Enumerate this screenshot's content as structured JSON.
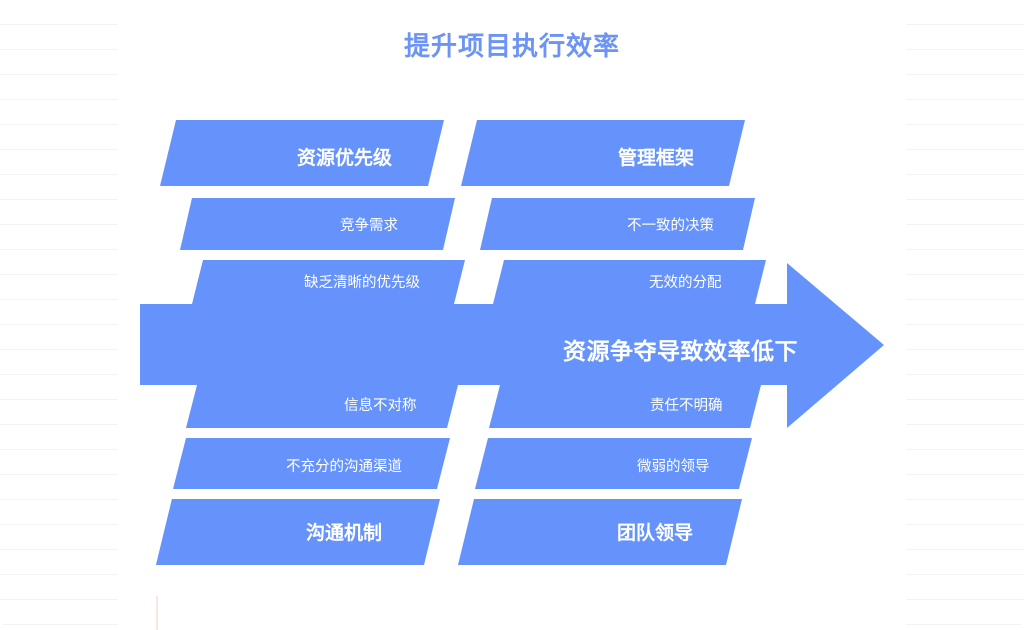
{
  "meta": {
    "diagram_type": "fishbone",
    "accent_color": "#6693fb",
    "title_color": "#6c93f6",
    "text_color": "#ffffff",
    "page_background": "#ffffff",
    "rule_line_color": "#f2f3f5",
    "margin_rule_color": "#fbe3e6"
  },
  "title": "提升项目执行效率",
  "effect": {
    "label": "资源争夺导致效率低下"
  },
  "branches": {
    "top_left": {
      "category": "资源优先级",
      "causes": [
        "竞争需求",
        "缺乏清晰的优先级"
      ]
    },
    "top_right": {
      "category": "管理框架",
      "causes": [
        "不一致的决策",
        "无效的分配"
      ]
    },
    "bottom_left": {
      "category": "沟通机制",
      "causes": [
        "信息不对称",
        "不充分的沟通渠道"
      ]
    },
    "bottom_right": {
      "category": "团队领导",
      "causes": [
        "责任不明确",
        "微弱的领导"
      ]
    }
  },
  "bars": {
    "top_left_cat": "资源优先级",
    "top_left_cause_1": "竞争需求",
    "top_left_cause_2": "缺乏清晰的优先级",
    "top_right_cat": "管理框架",
    "top_right_cause_1": "不一致的决策",
    "top_right_cause_2": "无效的分配",
    "bottom_left_cause_1": "信息不对称",
    "bottom_left_cause_2": "不充分的沟通渠道",
    "bottom_left_cat": "沟通机制",
    "bottom_right_cause_1": "责任不明确",
    "bottom_right_cause_2": "微弱的领导",
    "bottom_right_cat": "团队领导"
  }
}
